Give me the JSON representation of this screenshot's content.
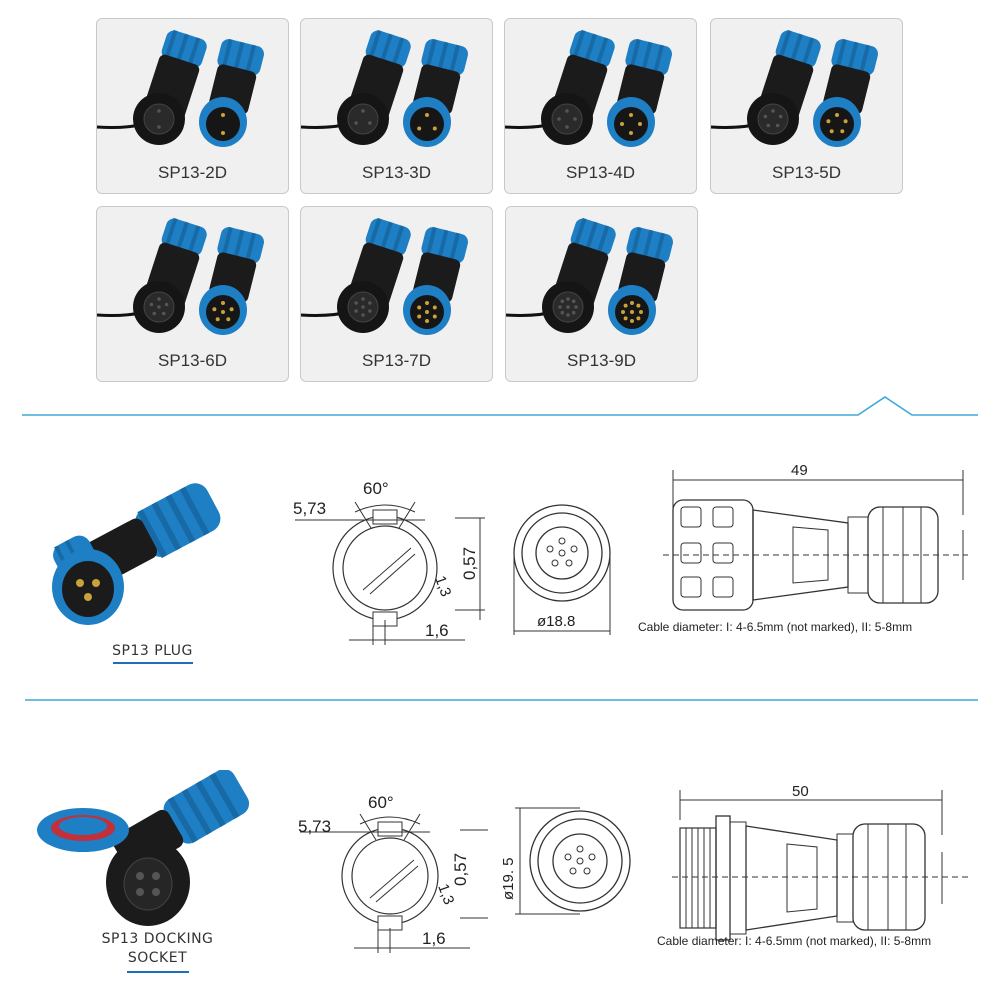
{
  "variants": [
    {
      "label": "SP13-2D",
      "pins": 2
    },
    {
      "label": "SP13-3D",
      "pins": 3
    },
    {
      "label": "SP13-4D",
      "pins": 4
    },
    {
      "label": "SP13-5D",
      "pins": 5
    },
    {
      "label": "SP13-6D",
      "pins": 6
    },
    {
      "label": "SP13-7D",
      "pins": 7
    },
    {
      "label": "SP13-9D",
      "pins": 9
    }
  ],
  "plug": {
    "caption": "SP13 PLUG",
    "angle": "60°",
    "dim_a": "5,73",
    "dim_b": "0,57",
    "dim_c": "1,3",
    "dim_d": "1,6",
    "diameter": "ø18.8",
    "length": "49",
    "cable_note": "Cable diameter: I: 4-6.5mm (not marked), II: 5-8mm"
  },
  "socket": {
    "caption_line1": "SP13 DOCKING",
    "caption_line2": "SOCKET",
    "angle": "60°",
    "dim_a": "5,73",
    "dim_b": "0,57",
    "dim_c": "1,3",
    "dim_d": "1,6",
    "diameter": "ø19. 5",
    "length": "50",
    "cable_note": "Cable diameter: I: 4-6.5mm (not marked), II: 5-8mm"
  },
  "colors": {
    "accent": "#3fa8d6",
    "connector_blue": "#1e7fc4",
    "body": "#1b1b1b"
  }
}
